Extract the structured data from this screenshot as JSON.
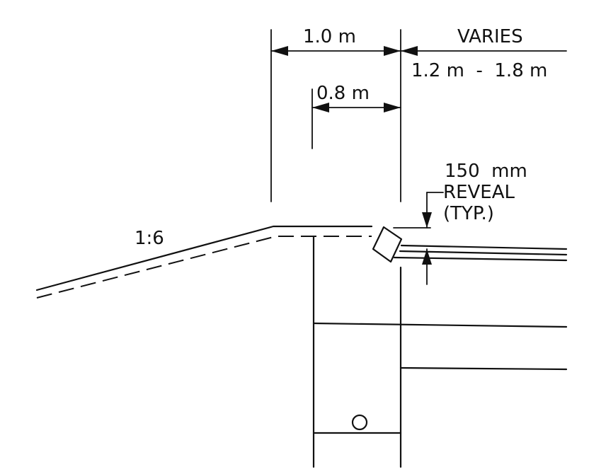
{
  "labels": {
    "dim_top": "1.0 m",
    "dim_inner": "0.8 m",
    "varies": "VARIES",
    "varies_range": "1.2 m  -  1.8 m",
    "reveal_1": "150  mm",
    "reveal_2": "REVEAL",
    "reveal_3": "(TYP.)",
    "slope": "1:6"
  },
  "colors": {
    "ink": "#111111",
    "paper": "#ffffff"
  }
}
